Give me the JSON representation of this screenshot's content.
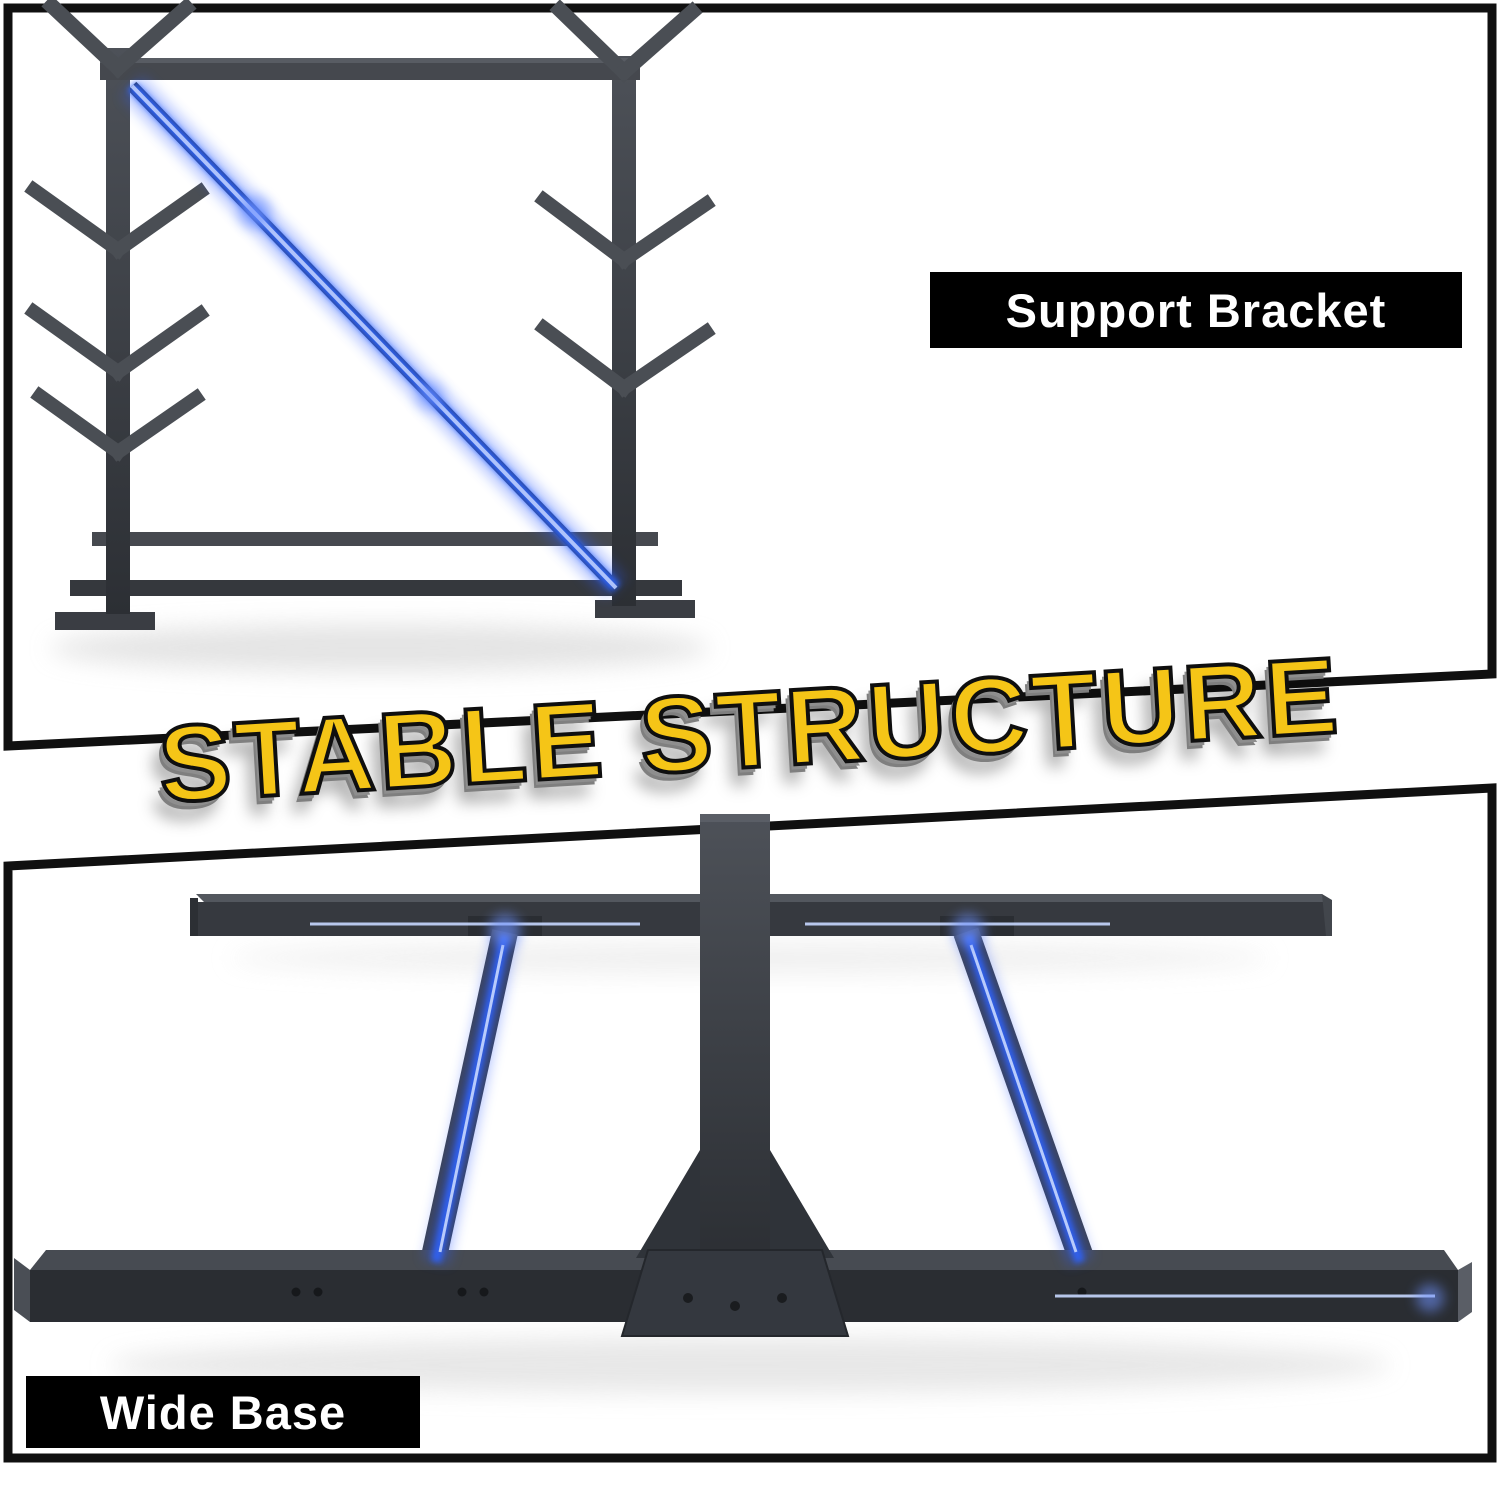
{
  "banner": {
    "text": "STABLE STRUCTURE"
  },
  "top_panel": {
    "caption": "Support Bracket",
    "illustration": "storage rack side view with diagonal support bracket highlighted in blue"
  },
  "bottom_panel": {
    "caption": "Wide Base",
    "illustration": "wide floor base with center post and crossbars highlighted in blue"
  },
  "colors": {
    "highlight_blue": "#2e5bff",
    "banner_yellow": "#f5c517",
    "caption_background": "#000000",
    "caption_text": "#ffffff",
    "frame_border": "#101010",
    "metal_gray": "#3c4047"
  }
}
